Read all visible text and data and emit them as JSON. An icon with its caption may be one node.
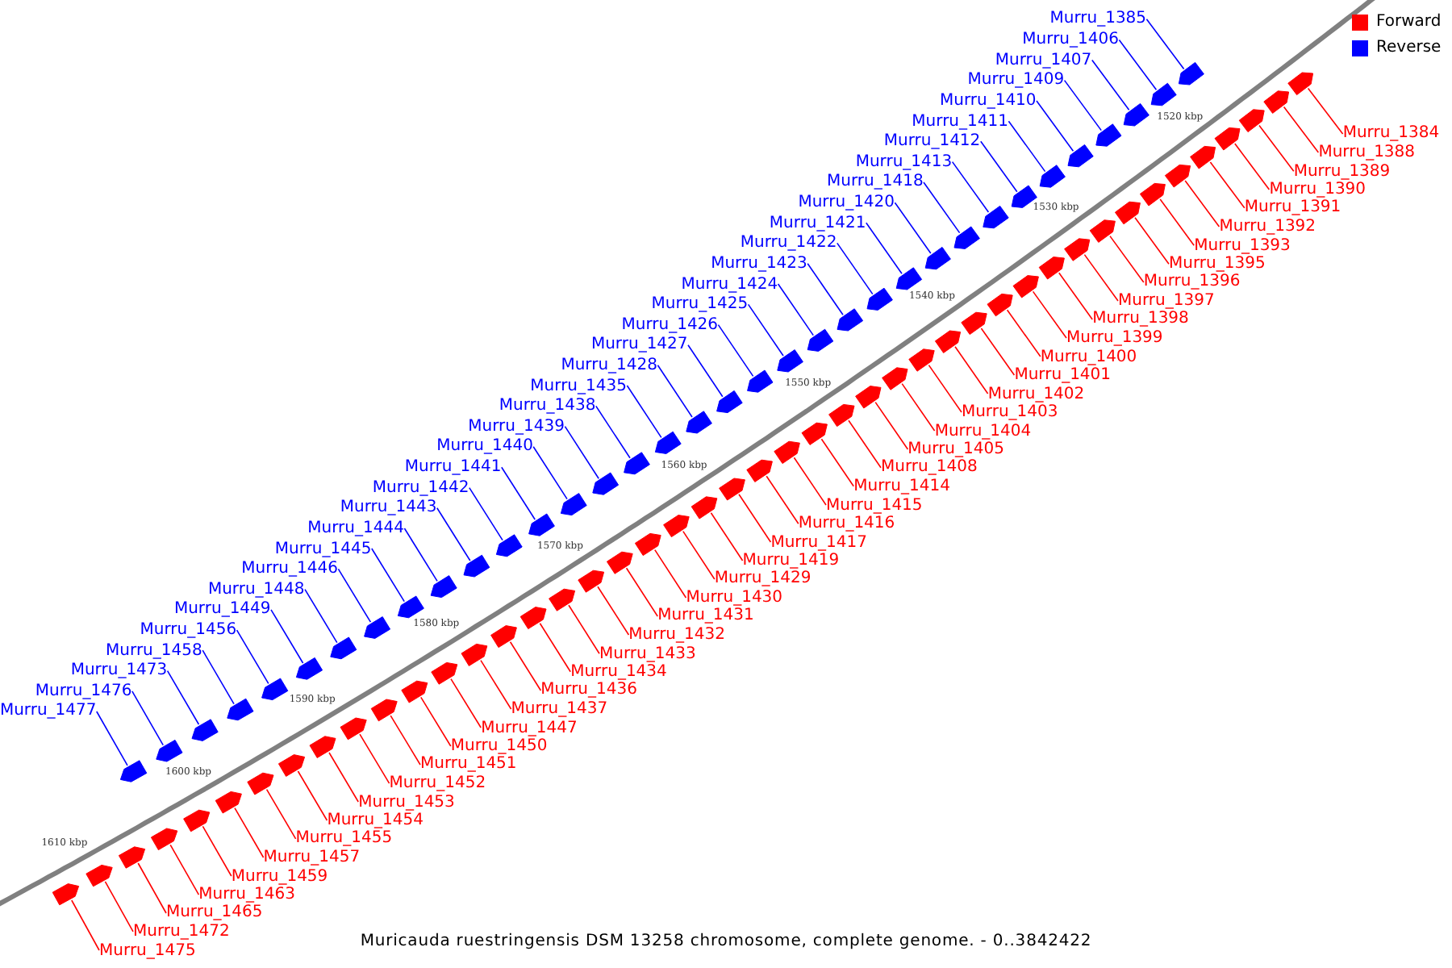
{
  "diagram": {
    "caption": "Muricauda ruestringensis DSM 13258 chromosome, complete genome. - 0..3842422",
    "nodes": [
      {
        "text": [
          "Murru_1385"
        ]
      },
      {
        "text": [
          "Murru_1406"
        ]
      },
      {
        "text": [
          "Murru_1407"
        ]
      },
      {
        "text": [
          "Murru_1409"
        ]
      },
      {
        "text": [
          "Murru_1410"
        ]
      },
      {
        "text": [
          "Murru_1411"
        ]
      },
      {
        "text": [
          "Murru_1412"
        ]
      },
      {
        "text": [
          "Murru_1413"
        ]
      },
      {
        "text": [
          "Murru_1418"
        ]
      },
      {
        "text": [
          "Murru_1420"
        ]
      },
      {
        "text": [
          "Murru_1421"
        ]
      },
      {
        "text": [
          "Murru_1422"
        ]
      },
      {
        "text": [
          "Murru_1423"
        ]
      },
      {
        "text": [
          "Murru_1424"
        ]
      },
      {
        "text": [
          "Murru_1425"
        ]
      },
      {
        "text": [
          "Murru_1426"
        ]
      },
      {
        "text": [
          "Murru_1427"
        ]
      },
      {
        "text": [
          "Murru_1428"
        ]
      },
      {
        "text": [
          "Murru_1435"
        ]
      },
      {
        "text": [
          "Murru_1438"
        ]
      },
      {
        "text": [
          "Murru_1439"
        ]
      },
      {
        "text": [
          "Murru_1440"
        ]
      },
      {
        "text": [
          "Murru_1441"
        ]
      },
      {
        "text": [
          "Murru_1442"
        ]
      },
      {
        "text": [
          "Murru_1443"
        ]
      },
      {
        "text": [
          "Murru_1444"
        ]
      },
      {
        "text": [
          "Murru_1445"
        ]
      },
      {
        "text": [
          "Murru_1446"
        ]
      },
      {
        "text": [
          "Murru_1448"
        ]
      },
      {
        "text": [
          "Murru_1449"
        ]
      },
      {
        "text": [
          "Murru_1456"
        ]
      },
      {
        "text": [
          "Murru_1458"
        ]
      },
      {
        "text": [
          "Murru_1473"
        ]
      },
      {
        "text": [
          "Murru_1476"
        ]
      },
      {
        "text": [
          "Murru_1477"
        ]
      },
      {
        "text": [
          "Murru_1384"
        ]
      },
      {
        "text": [
          "Murru_1388"
        ]
      },
      {
        "text": [
          "Murru_1389"
        ]
      },
      {
        "text": [
          "Murru_1390"
        ]
      },
      {
        "text": [
          "Murru_1391"
        ]
      },
      {
        "text": [
          "Murru_1392"
        ]
      },
      {
        "text": [
          "Murru_1393"
        ]
      },
      {
        "text": [
          "Murru_1395"
        ]
      },
      {
        "text": [
          "Murru_1396"
        ]
      },
      {
        "text": [
          "Murru_1397"
        ]
      },
      {
        "text": [
          "Murru_1398"
        ]
      },
      {
        "text": [
          "Murru_1399"
        ]
      },
      {
        "text": [
          "Murru_1400"
        ]
      },
      {
        "text": [
          "Murru_1401"
        ]
      },
      {
        "text": [
          "Murru_1402"
        ]
      },
      {
        "text": [
          "Murru_1403"
        ]
      },
      {
        "text": [
          "Murru_1404"
        ]
      },
      {
        "text": [
          "Murru_1405"
        ]
      },
      {
        "text": [
          "Murru_1408"
        ]
      },
      {
        "text": [
          "Murru_1414"
        ]
      },
      {
        "text": [
          "Murru_1415"
        ]
      },
      {
        "text": [
          "Murru_1416"
        ]
      },
      {
        "text": [
          "Murru_1417"
        ]
      },
      {
        "text": [
          "Murru_1419"
        ]
      },
      {
        "text": [
          "Murru_1429"
        ]
      },
      {
        "text": [
          "Murru_1430"
        ]
      },
      {
        "text": [
          "Murru_1431"
        ]
      },
      {
        "text": [
          "Murru_1432"
        ]
      },
      {
        "text": [
          "Murru_1433"
        ]
      },
      {
        "text": [
          "Murru_1434"
        ]
      },
      {
        "text": [
          "Murru_1436"
        ]
      },
      {
        "text": [
          "Murru_1437"
        ]
      },
      {
        "text": [
          "Murru_1447"
        ]
      },
      {
        "text": [
          "Murru_1450"
        ]
      },
      {
        "text": [
          "Murru_1451"
        ]
      },
      {
        "text": [
          "Murru_1452"
        ]
      },
      {
        "text": [
          "Murru_1453"
        ]
      },
      {
        "text": [
          "Murru_1454"
        ]
      },
      {
        "text": [
          "Murru_1455"
        ]
      },
      {
        "text": [
          "Murru_1457"
        ]
      },
      {
        "text": [
          "Murru_1459"
        ]
      },
      {
        "text": [
          "Murru_1463"
        ]
      },
      {
        "text": [
          "Murru_1465"
        ]
      },
      {
        "text": [
          "Murru_1472"
        ]
      },
      {
        "text": [
          "Murru_1475"
        ]
      },
      {
        "text": [],
        "shape": "arrow"
      },
      {
        "text": [],
        "shape": "arrow"
      },
      {
        "text": [],
        "shape": "arrow"
      },
      {
        "text": [],
        "shape": "arrow"
      },
      {
        "text": [],
        "shape": "arrow"
      },
      {
        "text": [],
        "shape": "arrow"
      },
      {
        "text": [],
        "shape": "arrow"
      },
      {
        "text": [],
        "shape": "arrow"
      },
      {
        "text": [],
        "shape": "arrow"
      },
      {
        "text": [],
        "shape": "arrow"
      },
      {
        "text": [],
        "shape": "arrow"
      },
      {
        "text": [],
        "shape": "arrow"
      },
      {
        "text": [],
        "shape": "arrow"
      },
      {
        "text": [],
        "shape": "arrow"
      },
      {
        "text": [],
        "shape": "arrow"
      },
      {
        "text": [],
        "shape": "arrow"
      },
      {
        "text": [],
        "shape": "arrow"
      },
      {
        "text": [],
        "shape": "arrow"
      },
      {
        "text": [],
        "shape": "arrow"
      },
      {
        "text": [],
        "shape": "arrow"
      },
      {
        "text": [],
        "shape": "arrow"
      },
      {
        "text": [],
        "shape": "arrow"
      },
      {
        "text": [],
        "shape": "arrow"
      },
      {
        "text": [],
        "shape": "arrow"
      },
      {
        "text": [],
        "shape": "arrow"
      },
      {
        "text": [],
        "shape": "arrow"
      },
      {
        "text": [],
        "shape": "arrow"
      },
      {
        "text": [],
        "shape": "arrow"
      },
      {
        "text": [],
        "shape": "arrow"
      },
      {
        "text": [],
        "shape": "arrow"
      },
      {
        "text": [],
        "shape": "arrow"
      },
      {
        "text": [],
        "shape": "arrow"
      },
      {
        "text": [],
        "shape": "arrow"
      },
      {
        "text": [],
        "shape": "arrow"
      },
      {
        "text": [],
        "shape": "arrow"
      },
      {
        "text": [],
        "shape": "arrow"
      },
      {
        "text": [],
        "shape": "arrow"
      },
      {
        "text": [],
        "shape": "arrow"
      },
      {
        "text": [],
        "shape": "arrow"
      },
      {
        "text": [],
        "shape": "arrow"
      },
      {
        "text": [],
        "shape": "arrow"
      },
      {
        "text": [],
        "shape": "arrow"
      },
      {
        "text": [],
        "shape": "arrow"
      },
      {
        "text": [],
        "shape": "arrow"
      },
      {
        "text": [],
        "shape": "arrow"
      },
      {
        "text": [],
        "shape": "arrow"
      },
      {
        "text": [],
        "shape": "arrow"
      },
      {
        "text": [],
        "shape": "arrow"
      },
      {
        "text": [],
        "shape": "arrow"
      },
      {
        "text": [],
        "shape": "arrow"
      },
      {
        "text": [],
        "shape": "arrow"
      },
      {
        "text": [],
        "shape": "arrow"
      },
      {
        "text": [],
        "shape": "arrow"
      },
      {
        "text": [],
        "shape": "arrow"
      },
      {
        "text": [],
        "shape": "arrow"
      },
      {
        "text": [],
        "shape": "arrow"
      },
      {
        "text": [],
        "shape": "arrow"
      },
      {
        "text": [],
        "shape": "arrow"
      },
      {
        "text": [],
        "shape": "arrow"
      },
      {
        "text": [],
        "shape": "arrow"
      },
      {
        "text": [],
        "shape": "arrow"
      },
      {
        "text": [],
        "shape": "arrow"
      },
      {
        "text": [],
        "shape": "arrow"
      },
      {
        "text": [],
        "shape": "arrow"
      },
      {
        "text": [],
        "shape": "arrow"
      },
      {
        "text": [],
        "shape": "arrow"
      },
      {
        "text": [],
        "shape": "arrow"
      },
      {
        "text": [],
        "shape": "arrow"
      },
      {
        "text": [],
        "shape": "arrow"
      },
      {
        "text": [],
        "shape": "arrow"
      },
      {
        "text": [],
        "shape": "arrow"
      },
      {
        "text": [],
        "shape": "arrow"
      },
      {
        "text": [],
        "shape": "arrow"
      },
      {
        "text": [],
        "shape": "arrow"
      },
      {
        "text": [],
        "shape": "arrow"
      },
      {
        "text": [],
        "shape": "arrow"
      },
      {
        "text": [],
        "shape": "arrow"
      },
      {
        "text": [],
        "shape": "arrow"
      },
      {
        "text": [],
        "shape": "arrow"
      },
      {
        "text": [],
        "shape": "arrow"
      }
    ],
    "edges": [
      {
        "from": 0,
        "to": 80,
        "arrow": "none",
        "color": "#0000ff"
      },
      {
        "from": 1,
        "to": 81,
        "arrow": "none",
        "color": "#0000ff"
      },
      {
        "from": 2,
        "to": 82,
        "arrow": "none",
        "color": "#0000ff"
      },
      {
        "from": 3,
        "to": 83,
        "arrow": "none",
        "color": "#0000ff"
      },
      {
        "from": 4,
        "to": 84,
        "arrow": "none",
        "color": "#0000ff"
      },
      {
        "from": 5,
        "to": 85,
        "arrow": "none",
        "color": "#0000ff"
      },
      {
        "from": 6,
        "to": 86,
        "arrow": "none",
        "color": "#0000ff"
      },
      {
        "from": 7,
        "to": 87,
        "arrow": "none",
        "color": "#0000ff"
      },
      {
        "from": 8,
        "to": 88,
        "arrow": "none",
        "color": "#0000ff"
      },
      {
        "from": 9,
        "to": 89,
        "arrow": "none",
        "color": "#0000ff"
      },
      {
        "from": 10,
        "to": 90,
        "arrow": "none",
        "color": "#0000ff"
      },
      {
        "from": 11,
        "to": 91,
        "arrow": "none",
        "color": "#0000ff"
      },
      {
        "from": 12,
        "to": 92,
        "arrow": "none",
        "color": "#0000ff"
      },
      {
        "from": 13,
        "to": 93,
        "arrow": "none",
        "color": "#0000ff"
      },
      {
        "from": 14,
        "to": 94,
        "arrow": "none",
        "color": "#0000ff"
      },
      {
        "from": 15,
        "to": 95,
        "arrow": "none",
        "color": "#0000ff"
      },
      {
        "from": 16,
        "to": 96,
        "arrow": "none",
        "color": "#0000ff"
      },
      {
        "from": 17,
        "to": 97,
        "arrow": "none",
        "color": "#0000ff"
      },
      {
        "from": 18,
        "to": 98,
        "arrow": "none",
        "color": "#0000ff"
      },
      {
        "from": 19,
        "to": 99,
        "arrow": "none",
        "color": "#0000ff"
      },
      {
        "from": 20,
        "to": 100,
        "arrow": "none",
        "color": "#0000ff"
      },
      {
        "from": 21,
        "to": 101,
        "arrow": "none",
        "color": "#0000ff"
      },
      {
        "from": 22,
        "to": 102,
        "arrow": "none",
        "color": "#0000ff"
      },
      {
        "from": 23,
        "to": 103,
        "arrow": "none",
        "color": "#0000ff"
      },
      {
        "from": 24,
        "to": 104,
        "arrow": "none",
        "color": "#0000ff"
      },
      {
        "from": 25,
        "to": 105,
        "arrow": "none",
        "color": "#0000ff"
      },
      {
        "from": 26,
        "to": 106,
        "arrow": "none",
        "color": "#0000ff"
      },
      {
        "from": 27,
        "to": 107,
        "arrow": "none",
        "color": "#0000ff"
      },
      {
        "from": 28,
        "to": 108,
        "arrow": "none",
        "color": "#0000ff"
      },
      {
        "from": 29,
        "to": 109,
        "arrow": "none",
        "color": "#0000ff"
      },
      {
        "from": 30,
        "to": 110,
        "arrow": "none",
        "color": "#0000ff"
      },
      {
        "from": 31,
        "to": 111,
        "arrow": "none",
        "color": "#0000ff"
      },
      {
        "from": 32,
        "to": 112,
        "arrow": "none",
        "color": "#0000ff"
      },
      {
        "from": 33,
        "to": 113,
        "arrow": "none",
        "color": "#0000ff"
      },
      {
        "from": 34,
        "to": 114,
        "arrow": "none",
        "color": "#0000ff"
      },
      {
        "from": 35,
        "to": 115,
        "arrow": "none"
      },
      {
        "from": 36,
        "to": 116,
        "arrow": "none"
      },
      {
        "from": 37,
        "to": 117,
        "arrow": "none"
      },
      {
        "from": 38,
        "to": 118,
        "arrow": "none"
      },
      {
        "from": 39,
        "to": 119,
        "arrow": "none"
      },
      {
        "from": 40,
        "to": 120,
        "arrow": "none"
      },
      {
        "from": 41,
        "to": 121,
        "arrow": "none"
      },
      {
        "from": 42,
        "to": 122,
        "arrow": "none"
      },
      {
        "from": 43,
        "to": 123,
        "arrow": "none"
      },
      {
        "from": 44,
        "to": 124,
        "arrow": "none"
      },
      {
        "from": 45,
        "to": 125,
        "arrow": "none"
      },
      {
        "from": 46,
        "to": 126,
        "arrow": "none"
      },
      {
        "from": 47,
        "to": 127,
        "arrow": "none"
      },
      {
        "from": 48,
        "to": 128,
        "arrow": "none"
      },
      {
        "from": 49,
        "to": 129,
        "arrow": "none"
      },
      {
        "from": 50,
        "to": 130,
        "arrow": "none"
      },
      {
        "from": 51,
        "to": 131,
        "arrow": "none"
      },
      {
        "from": 52,
        "to": 132,
        "arrow": "none"
      },
      {
        "from": 53,
        "to": 133,
        "arrow": "none"
      },
      {
        "from": 54,
        "to": 134,
        "arrow": "none"
      },
      {
        "from": 55,
        "to": 135,
        "arrow": "none"
      },
      {
        "from": 56,
        "to": 136,
        "arrow": "none"
      },
      {
        "from": 57,
        "to": 137,
        "arrow": "none"
      },
      {
        "from": 58,
        "to": 138,
        "arrow": "none"
      },
      {
        "from": 59,
        "to": 139,
        "arrow": "none"
      },
      {
        "from": 60,
        "to": 140,
        "arrow": "none"
      },
      {
        "from": 61,
        "to": 141,
        "arrow": "none"
      },
      {
        "from": 62,
        "to": 142,
        "arrow": "none"
      },
      {
        "from": 63,
        "to": 143,
        "arrow": "none"
      },
      {
        "from": 64,
        "to": 144,
        "arrow": "none"
      },
      {
        "from": 65,
        "to": 145,
        "arrow": "none"
      },
      {
        "from": 66,
        "to": 146,
        "arrow": "none"
      },
      {
        "from": 67,
        "to": 147,
        "arrow": "none"
      },
      {
        "from": 68,
        "to": 148,
        "arrow": "none"
      },
      {
        "from": 69,
        "to": 149,
        "arrow": "none"
      },
      {
        "from": 70,
        "to": 150,
        "arrow": "none"
      },
      {
        "from": 71,
        "to": 151,
        "arrow": "none"
      },
      {
        "from": 72,
        "to": 152,
        "arrow": "none"
      },
      {
        "from": 73,
        "to": 153,
        "arrow": "none"
      },
      {
        "from": 74,
        "to": 154,
        "arrow": "none"
      },
      {
        "from": 75,
        "to": 155,
        "arrow": "none"
      },
      {
        "from": 76,
        "to": 156,
        "arrow": "none"
      },
      {
        "from": 77,
        "to": 157,
        "arrow": "none"
      },
      {
        "from": 78,
        "to": 158,
        "arrow": "none"
      },
      {
        "from": 79,
        "to": 159,
        "arrow": "none"
      }
    ],
    "labels": [
      "1520 kbp",
      "1530 kbp",
      "1540 kbp",
      "1550 kbp",
      "1560 kbp",
      "1570 kbp",
      "1580 kbp",
      "1590 kbp",
      "1600 kbp",
      "1610 kbp"
    ],
    "legend": [
      {
        "text": "Forward",
        "color": "#ff0000"
      },
      {
        "text": "Reverse",
        "color": "#0000ff"
      }
    ]
  }
}
